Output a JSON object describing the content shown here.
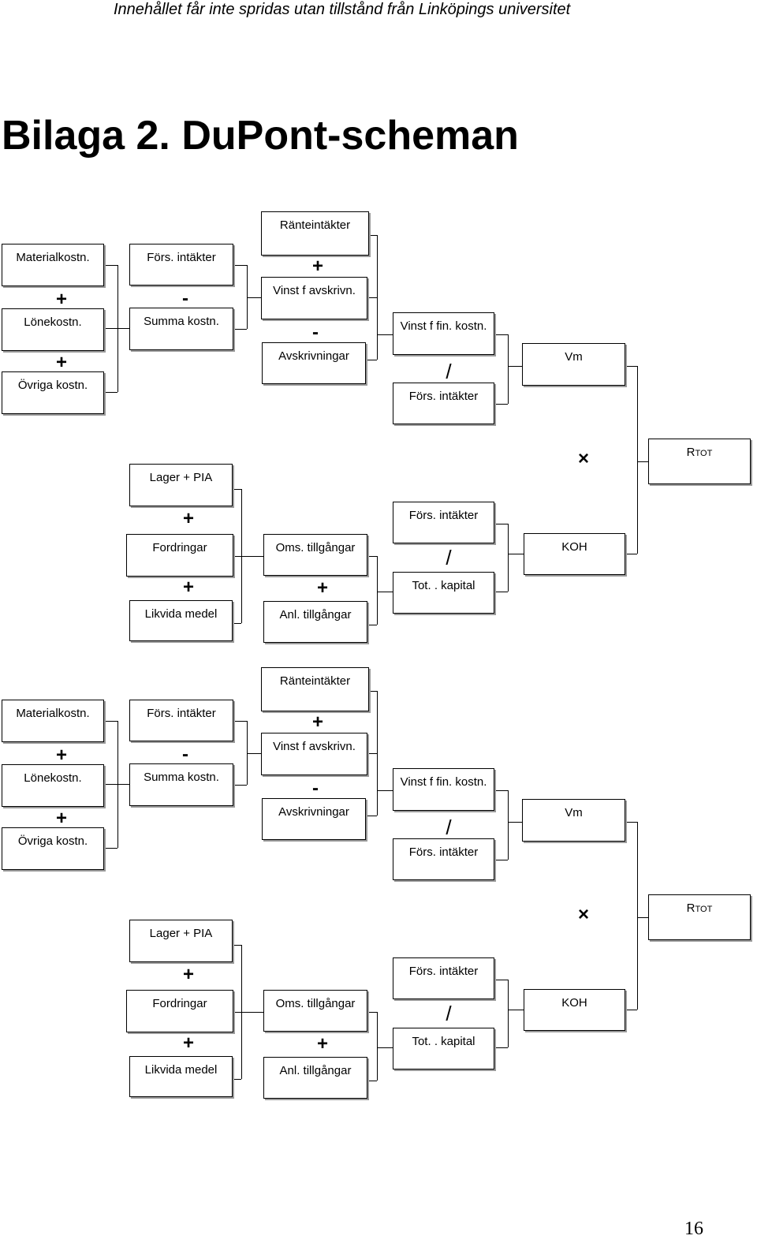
{
  "header": {
    "text": "Innehållet får inte spridas utan tillstånd från Linköpings universitet"
  },
  "title": "Bilaga 2. DuPont-scheman",
  "diagrams": [
    {
      "boxes": {
        "materialkostn": "Materialkostn.",
        "lonekostn": "Lönekostn.",
        "ovriga_kostn": "Övriga kostn.",
        "fors_intakter_1": "Förs. intäkter",
        "summa_kostn": "Summa kostn.",
        "ranteintakter": "Ränteintäkter",
        "vinst_f_avskrivn": "Vinst f avskrivn.",
        "avskrivningar": "Avskrivningar",
        "vinst_f_fin_kostn": "Vinst f fin. kostn.",
        "fors_intakter_2": "Förs. intäkter",
        "vm": "Vm",
        "rtot_main": "R",
        "rtot_sub": "TOT",
        "lager_pia": "Lager + PIA",
        "fordringar": "Fordringar",
        "likvida_medel": "Likvida medel",
        "oms_tillgangar": "Oms. tillgångar",
        "anl_tillgangar": "Anl. tillgångar",
        "fors_intakter_3": "Förs. intäkter",
        "tot_kapital": "Tot. . kapital",
        "koh": "KOH"
      },
      "operators": {
        "plus": "+",
        "minus": "-",
        "divide": "/",
        "times": "×"
      }
    },
    {
      "boxes": {
        "materialkostn": "Materialkostn.",
        "lonekostn": "Lönekostn.",
        "ovriga_kostn": "Övriga kostn.",
        "fors_intakter_1": "Förs. intäkter",
        "summa_kostn": "Summa kostn.",
        "ranteintakter": "Ränteintäkter",
        "vinst_f_avskrivn": "Vinst f avskrivn.",
        "avskrivningar": "Avskrivningar",
        "vinst_f_fin_kostn": "Vinst f fin. kostn.",
        "fors_intakter_2": "Förs. intäkter",
        "vm": "Vm",
        "rtot_main": "R",
        "rtot_sub": "TOT",
        "lager_pia": "Lager + PIA",
        "fordringar": "Fordringar",
        "likvida_medel": "Likvida medel",
        "oms_tillgangar": "Oms. tillgångar",
        "anl_tillgangar": "Anl. tillgångar",
        "fors_intakter_3": "Förs. intäkter",
        "tot_kapital": "Tot. . kapital",
        "koh": "KOH"
      },
      "operators": {
        "plus": "+",
        "minus": "-",
        "divide": "/",
        "times": "×"
      }
    }
  ],
  "page_number": "16"
}
